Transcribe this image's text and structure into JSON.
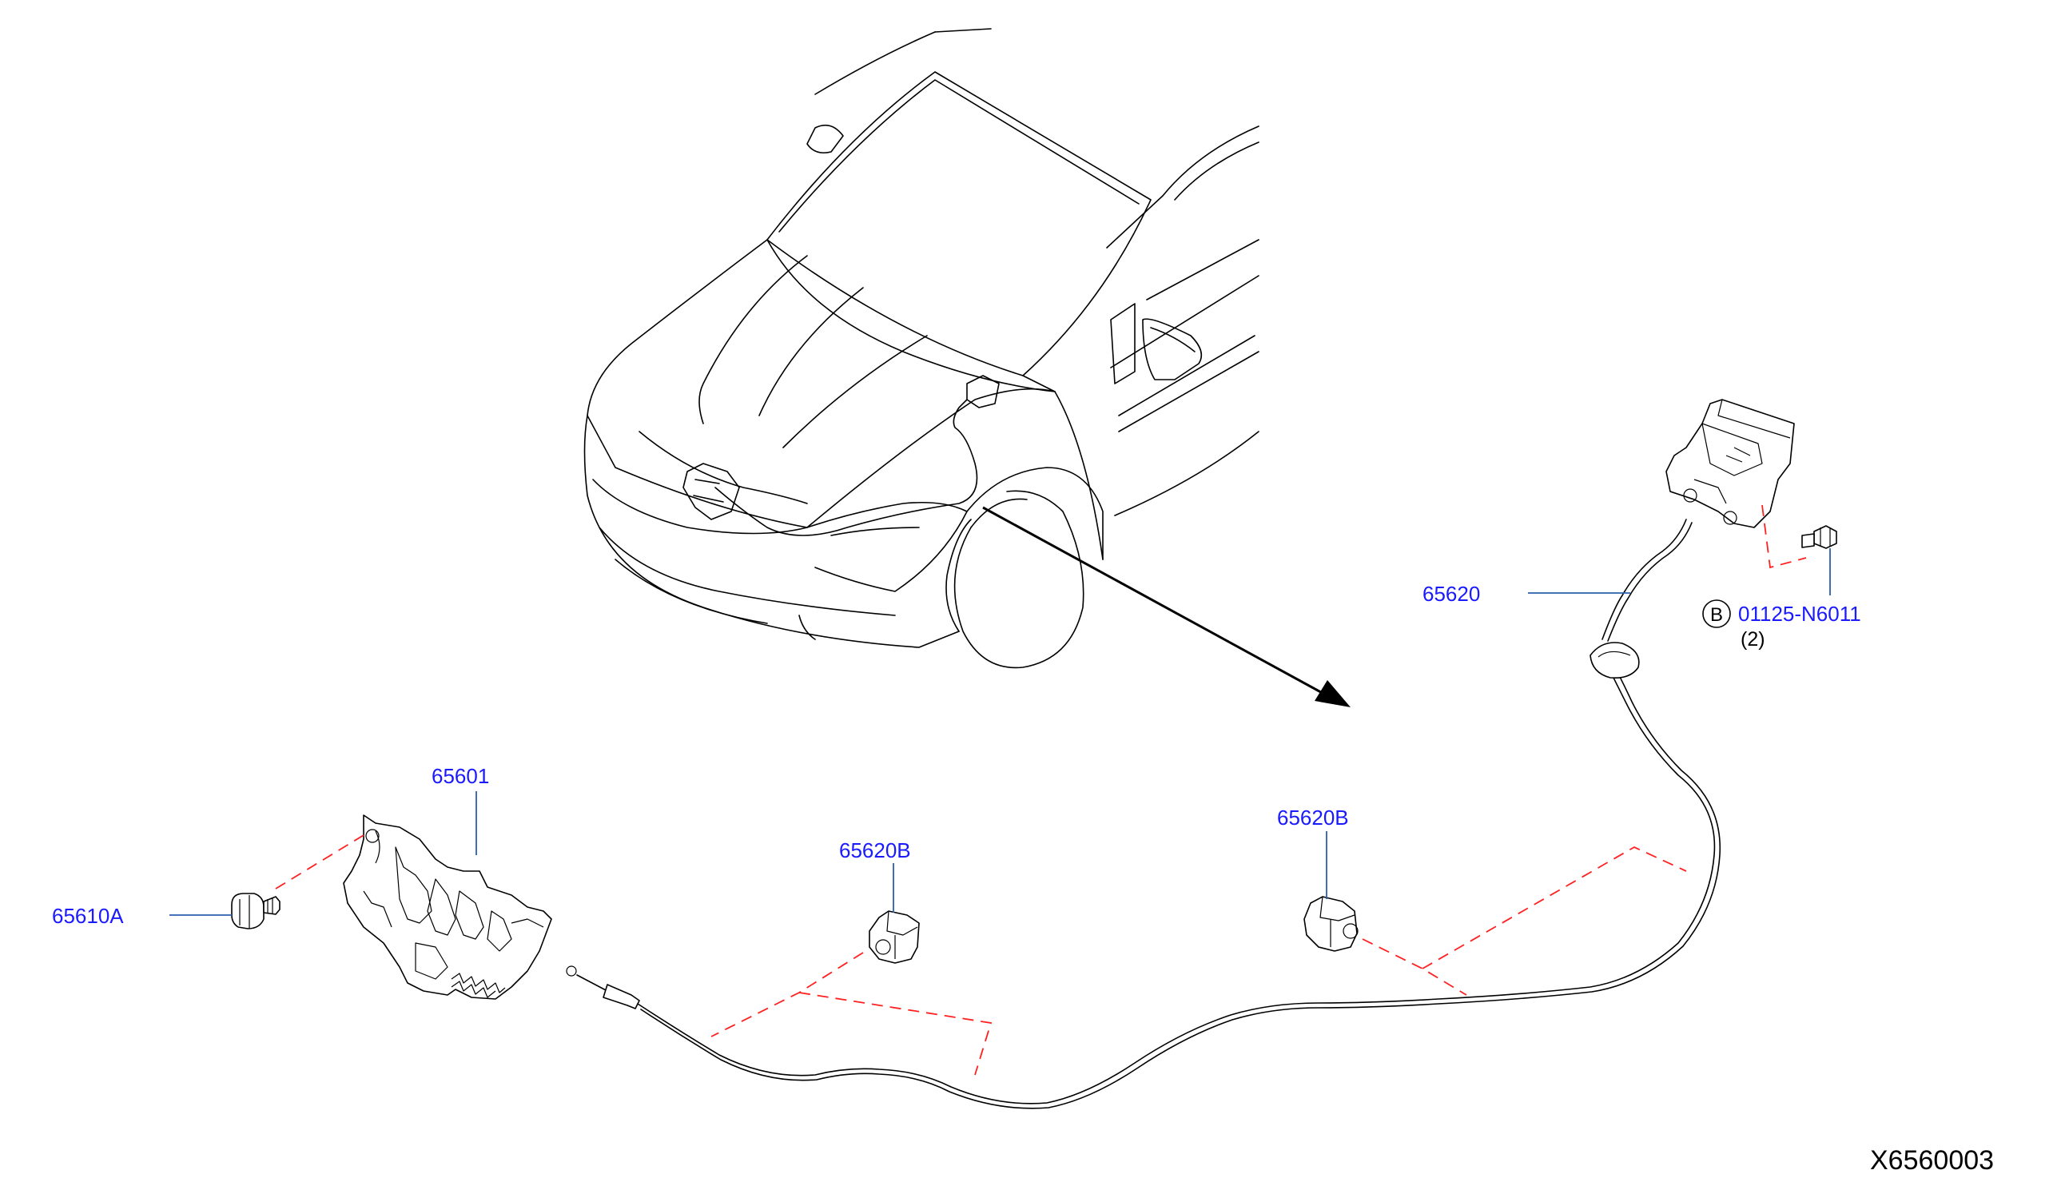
{
  "parts": {
    "hood_lock": {
      "number": "65601"
    },
    "bolt_lock": {
      "number": "65610A"
    },
    "clip_left": {
      "number": "65620B"
    },
    "clip_right": {
      "number": "65620B"
    },
    "cable": {
      "number": "65620"
    },
    "bolt_handle": {
      "number": "01125-N6011",
      "badge": "B",
      "qty": "(2)"
    }
  },
  "figure_id": "X6560003",
  "colors": {
    "callout": "#1a1aff",
    "leader": "#2a5fb0",
    "dash": "#ff2020",
    "ink": "#000000"
  }
}
